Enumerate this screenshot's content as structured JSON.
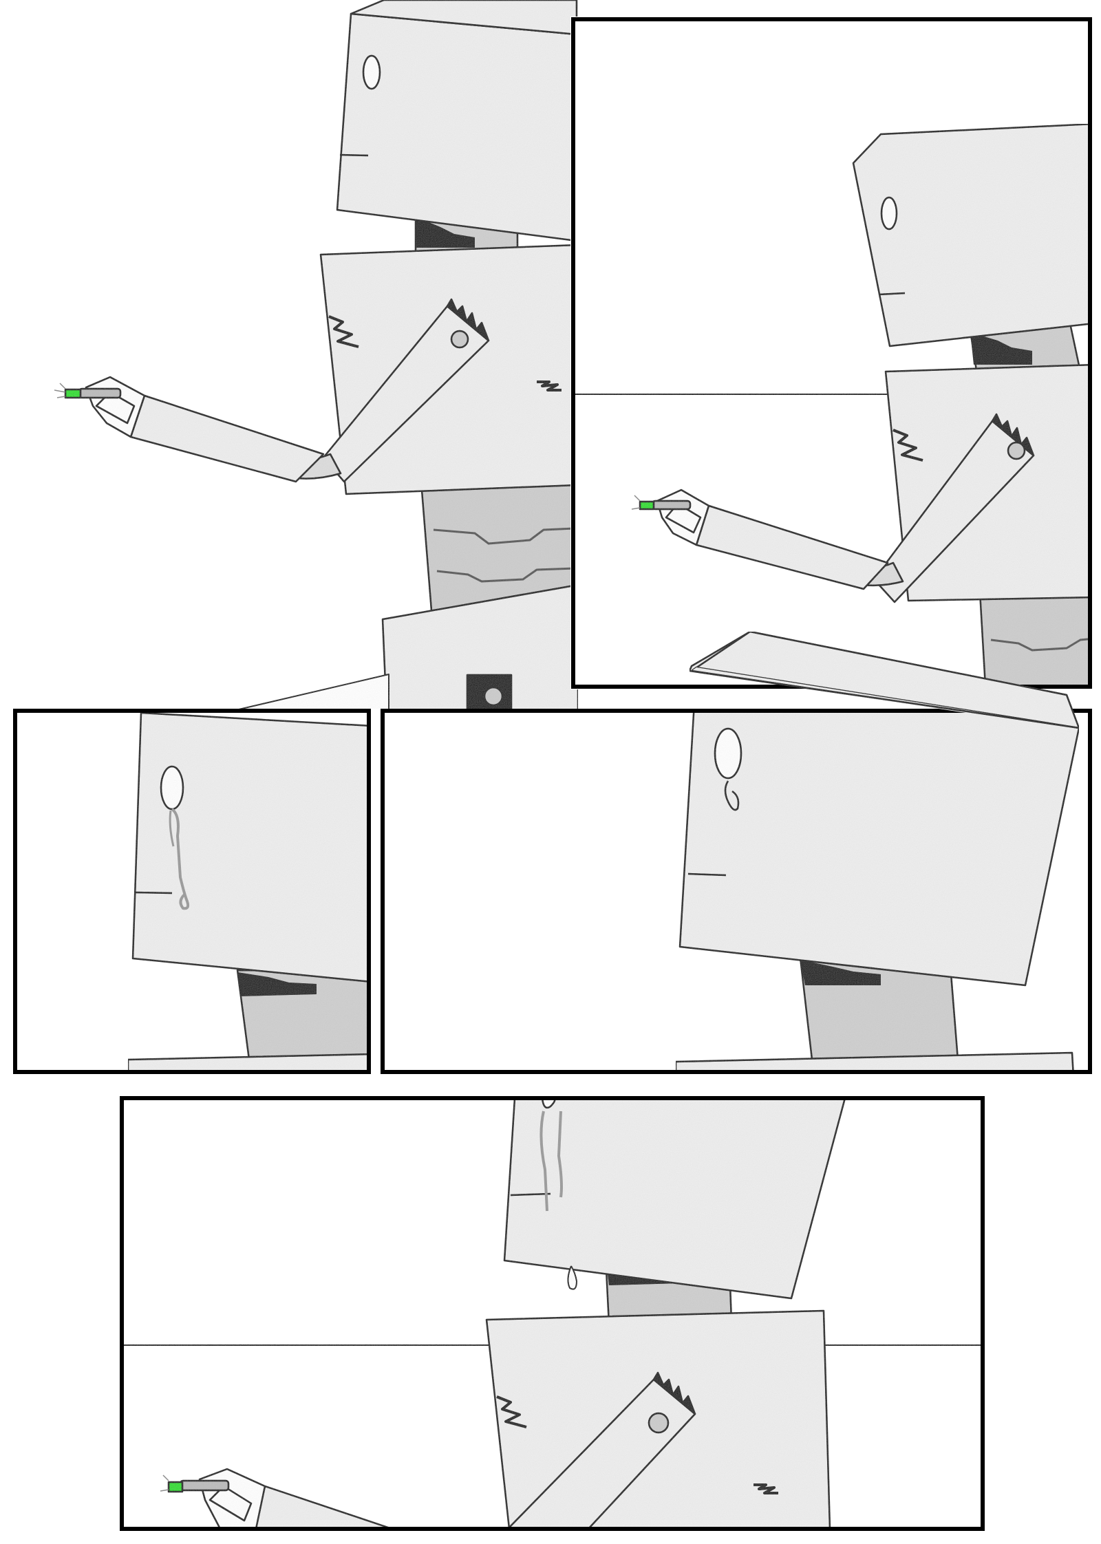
{
  "page": {
    "background": "#ffffff"
  },
  "colors": {
    "ink": "#000000",
    "body": "#eeeeee",
    "neck": "#cfcfcf",
    "tear": "#9a9a9a",
    "finger": "#bcbcbc",
    "tip": "#22dd22"
  },
  "panels": [
    {
      "name": "top-left-scene"
    },
    {
      "name": "top-right-reaction"
    },
    {
      "name": "middle-left-tear"
    },
    {
      "name": "middle-right-tear"
    },
    {
      "name": "bottom-reach"
    }
  ]
}
